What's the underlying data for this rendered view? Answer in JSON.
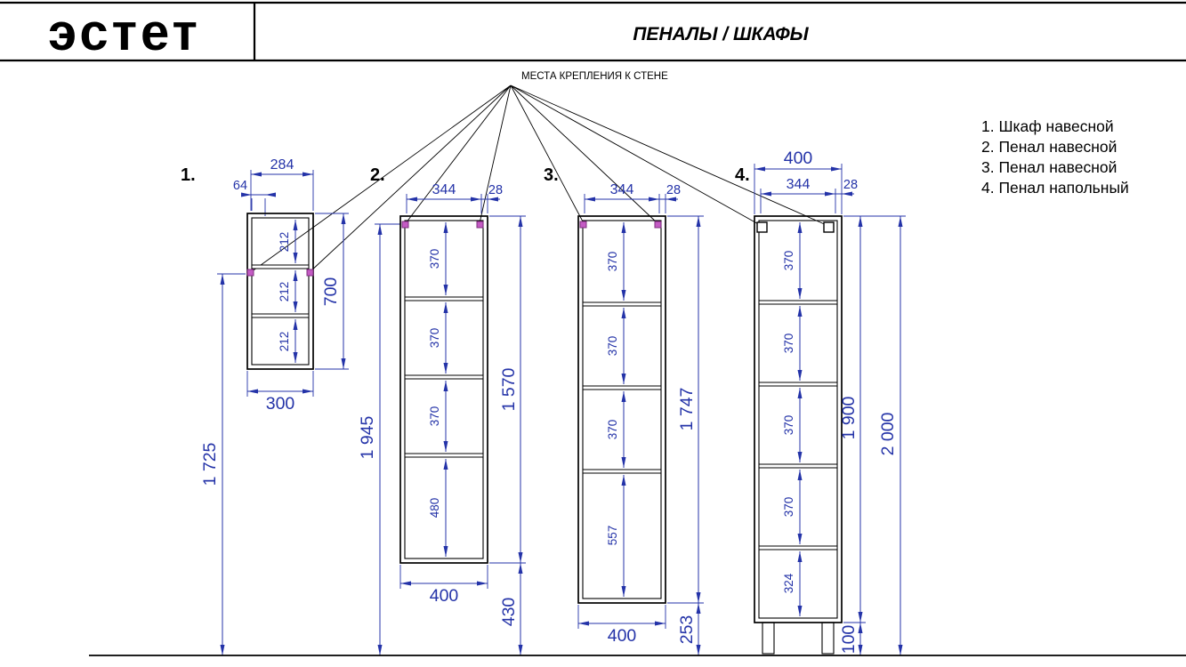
{
  "header": {
    "logo": "эстет",
    "title": "ПЕНАЛЫ / ШКАФЫ"
  },
  "note": {
    "mounting_points": "МЕСТА КРЕПЛЕНИЯ К СТЕНЕ"
  },
  "legend": {
    "items": [
      {
        "label": "1. Шкаф навесной"
      },
      {
        "label": "2. Пенал навесной"
      },
      {
        "label": "3. Пенал навесной"
      },
      {
        "label": "4. Пенал напольный"
      }
    ]
  },
  "colors": {
    "dimension_blue": "#2433a8",
    "outline_black": "#000000",
    "mount_magenta": "#c45bc4"
  },
  "cabinets": [
    {
      "number": "1.",
      "top_width": "284",
      "side_offset": "64",
      "sections": [
        "212",
        "212",
        "212"
      ],
      "height": "700",
      "bottom_width": "300",
      "mount_height": "1 725"
    },
    {
      "number": "2.",
      "top_width": "344",
      "side_panel": "28",
      "sections": [
        "370",
        "370",
        "370",
        "480"
      ],
      "height": "1 570",
      "total_height": "1 945",
      "bottom_width": "400",
      "floor_gap": "430"
    },
    {
      "number": "3.",
      "top_width": "344",
      "side_panel": "28",
      "sections": [
        "370",
        "370",
        "370",
        "557"
      ],
      "height": "1 747",
      "bottom_width": "400",
      "floor_gap": "253"
    },
    {
      "number": "4.",
      "top_width": "400",
      "inner_width": "344",
      "side_panel": "28",
      "sections": [
        "370",
        "370",
        "370",
        "370",
        "324"
      ],
      "height": "1 900",
      "total_height": "2 000",
      "leg_height": "100"
    }
  ]
}
